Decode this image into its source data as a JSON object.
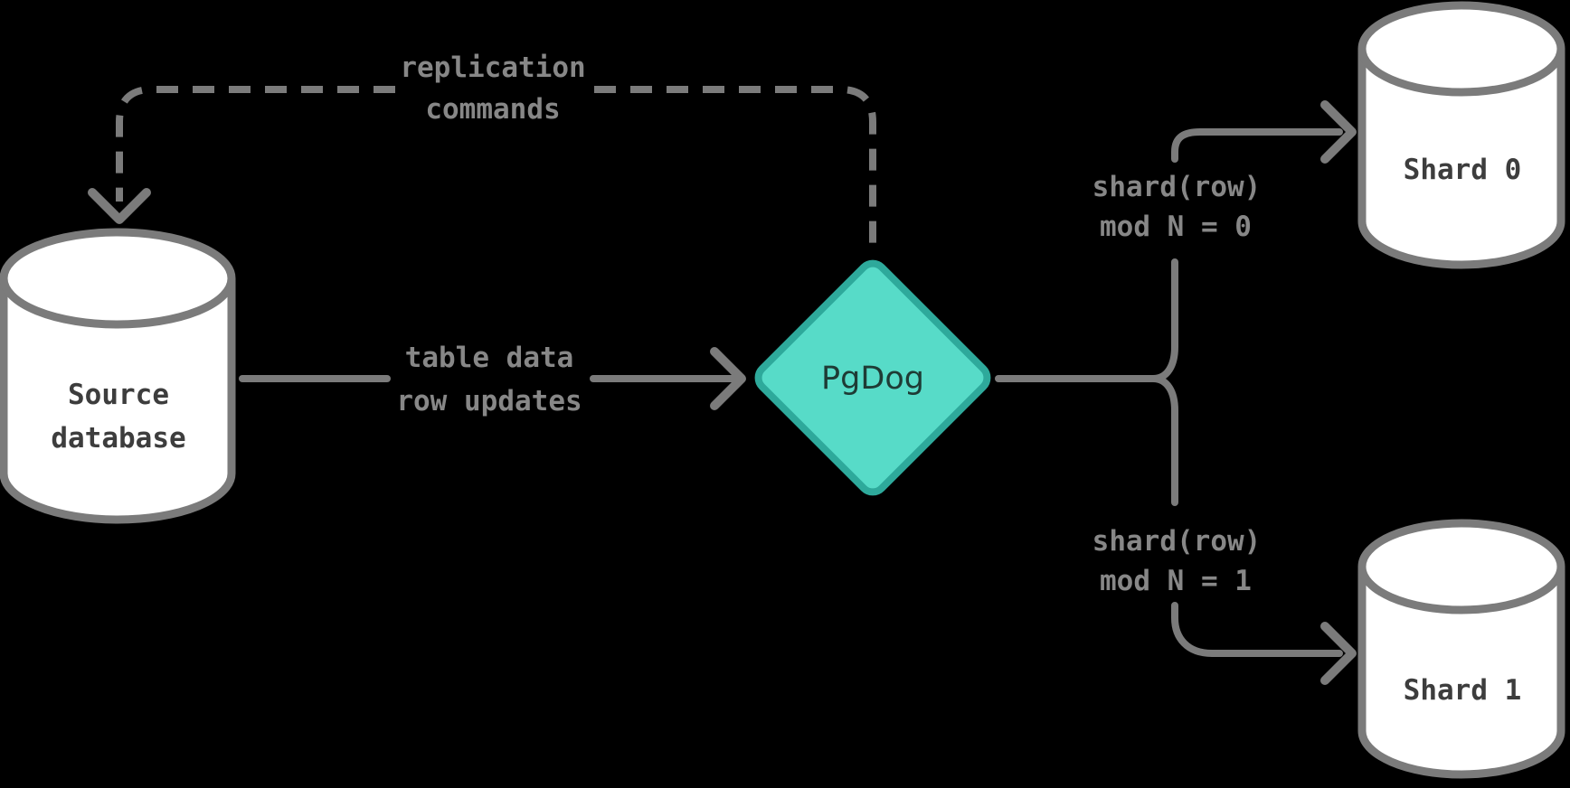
{
  "colors": {
    "background": "#000000",
    "line_gray": "#7b7b7b",
    "label_gray": "#878787",
    "node_text": "#3d3d3d",
    "node_fill": "#ffffff",
    "accent_fill": "#57dbc8",
    "accent_stroke": "#2ea99b",
    "accent_text": "#1e3b35"
  },
  "nodes": {
    "source_db": {
      "type": "database-cylinder",
      "label_line1": "Source",
      "label_line2": "database"
    },
    "router": {
      "type": "decision-diamond",
      "label": "PgDog"
    },
    "shard0": {
      "type": "database-cylinder",
      "label": "Shard 0"
    },
    "shard1": {
      "type": "database-cylinder",
      "label": "Shard 1"
    }
  },
  "edges": {
    "replication": {
      "from": "PgDog",
      "to": "Source database",
      "style": "dashed",
      "label_line1": "replication",
      "label_line2": "commands"
    },
    "table_data": {
      "from": "Source database",
      "to": "PgDog",
      "style": "solid",
      "label_line1": "table data",
      "label_line2": "row updates"
    },
    "route_shard0": {
      "from": "PgDog",
      "to": "Shard 0",
      "style": "solid",
      "label_line1": "shard(row)",
      "label_line2": "mod N = 0"
    },
    "route_shard1": {
      "from": "PgDog",
      "to": "Shard 1",
      "style": "solid",
      "label_line1": "shard(row)",
      "label_line2": "mod N = 1"
    }
  }
}
